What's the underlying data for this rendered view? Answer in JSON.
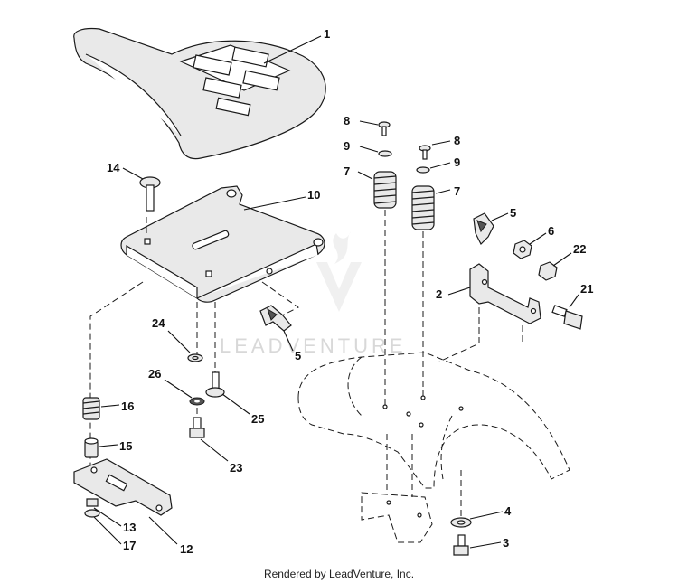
{
  "callouts": {
    "c1": "1",
    "c2": "2",
    "c3": "3",
    "c4": "4",
    "c5a": "5",
    "c5b": "5",
    "c6": "6",
    "c7a": "7",
    "c7b": "7",
    "c8a": "8",
    "c8b": "8",
    "c9a": "9",
    "c9b": "9",
    "c10": "10",
    "c12": "12",
    "c13": "13",
    "c14": "14",
    "c15": "15",
    "c16": "16",
    "c17": "17",
    "c21": "21",
    "c22": "22",
    "c23": "23",
    "c24": "24",
    "c25": "25",
    "c26": "26"
  },
  "watermark": {
    "text": "LEADVENTURE"
  },
  "footer": {
    "text": "Rendered by LeadVenture, Inc."
  }
}
